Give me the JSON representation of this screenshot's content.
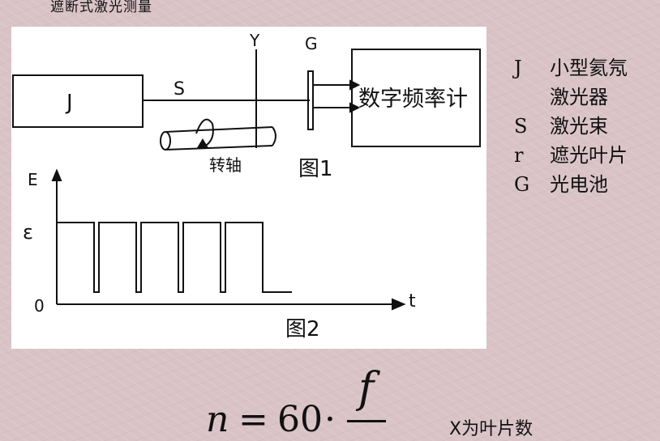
{
  "title": "遮断式激光测量",
  "diagram": {
    "fig1": {
      "laser_label": "J",
      "beam_label": "S",
      "shutter_label": "Y",
      "cell_label": "G",
      "counter_label": "数字频率计",
      "axle_label": "转轴",
      "caption": "图1"
    },
    "fig2": {
      "y_label": "E",
      "level_label": "ε",
      "origin_label": "0",
      "x_label": "t",
      "caption": "图2",
      "pulse_count": 5
    }
  },
  "legend": [
    {
      "key": "J",
      "text": "小型氦氖"
    },
    {
      "key": "",
      "text": "激光器"
    },
    {
      "key": "S",
      "text": "激光束"
    },
    {
      "key": "r",
      "text": "遮光叶片"
    },
    {
      "key": "G",
      "text": "光电池"
    }
  ],
  "formula": {
    "lhs": "n",
    "eq": "=",
    "coef": "60",
    "dot": "·",
    "numerator": "f"
  },
  "note": "X为叶片数"
}
